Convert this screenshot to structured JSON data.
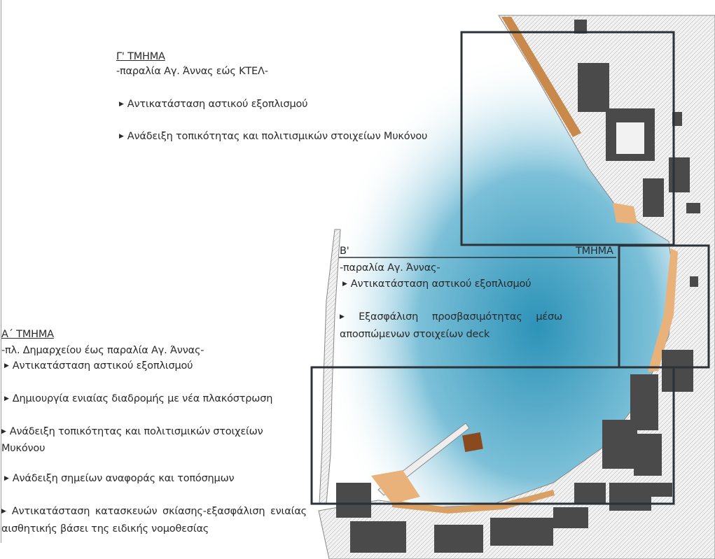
{
  "sections": {
    "gamma": {
      "title": "Γ' ΤΜΗΜΑ",
      "subtitle": "-παραλία Αγ. Άννας εώς ΚΤΕΛ-",
      "items": [
        "Αντικατάσταση αστικού εξοπλισμού",
        "Ανάδειξη τοπικότητας και πολιτισμικών στοιχείων Μυκόνου"
      ]
    },
    "beta": {
      "title_left": "Β'",
      "title_right": "ΤΜΗΜΑ",
      "subtitle": "-παραλία Αγ. Άννας-",
      "items": [
        "Αντικατάσταση αστικού εξοπλισμού",
        "Εξασφάλιση προσβασιμότητας μέσω αποσπώμενων στοιχείων deck"
      ]
    },
    "alpha": {
      "title": "Α΄ ΤΜΗΜΑ",
      "subtitle": "-πλ. Δημαρχείου έως παραλία Αγ. Άννας-",
      "items": [
        "Αντικατάσταση αστικού εξοπλισμού",
        "Δημιουργία ενιαίας διαδρομής με νέα πλακόστρωση",
        "Ανάδειξη τοπικότητας και πολιτισμικών στοιχείων Μυκόνου",
        "Ανάδειξη σημείων αναφοράς και τοπόσημων",
        "Αντικατάσταση κατασκευών σκίασης-εξασφάλιση ενιαίας αισθητικής βάσει της ειδικής νομοθεσίας"
      ]
    }
  },
  "colors": {
    "water": "#3a9fc0",
    "deck": "#e8b27a",
    "building": "#4a4a4a",
    "frame": "#2b3238"
  }
}
